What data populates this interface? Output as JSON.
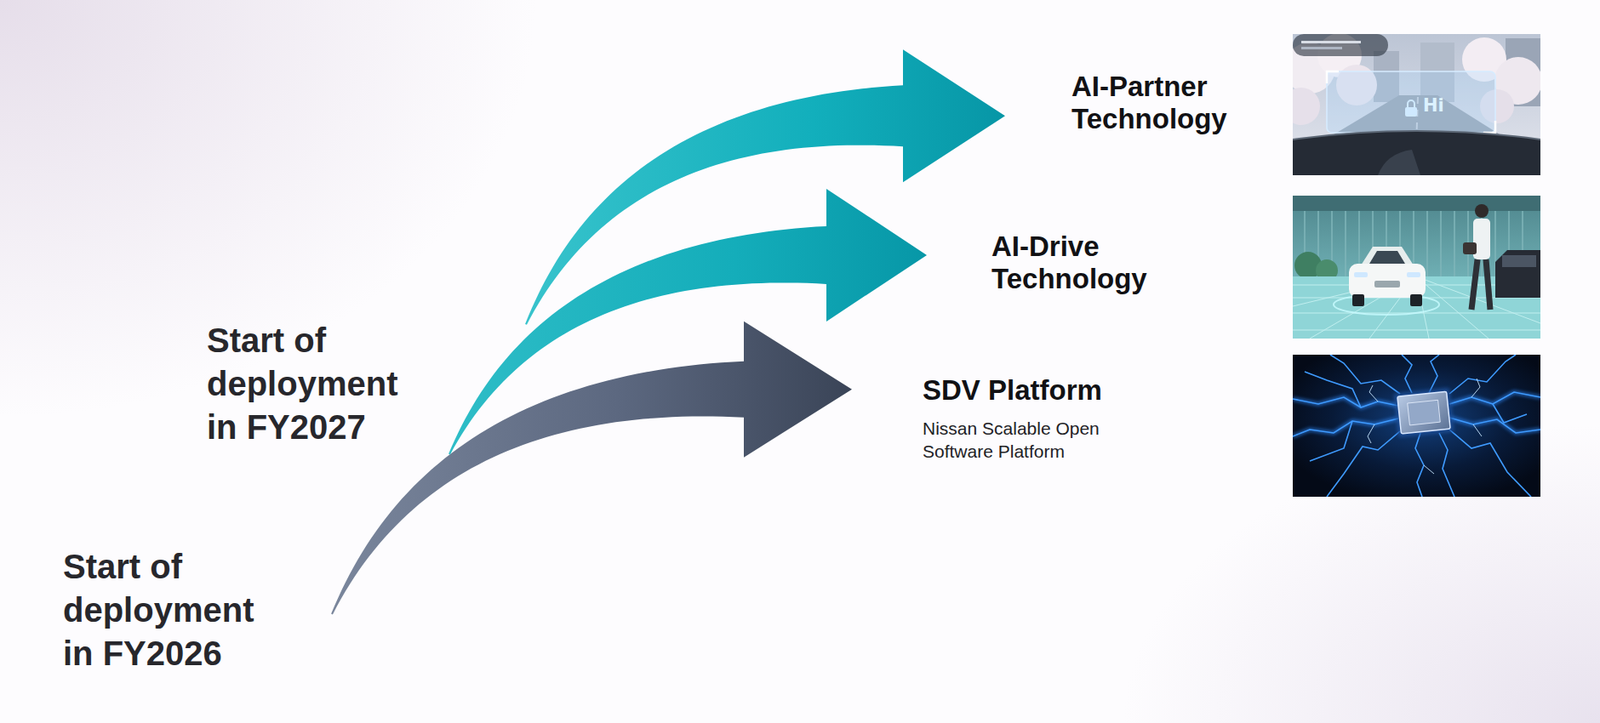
{
  "diagram": {
    "nodes": [
      {
        "text": [
          "Start of deployment in FY2026"
        ]
      },
      {
        "text": [
          "Start of deployment in FY2027"
        ]
      },
      {
        "text": [
          "AI-Partner Technology"
        ]
      },
      {
        "text": [
          "AI-Drive Technology"
        ]
      },
      {
        "text": [
          "SDV Platform",
          "Nissan Scalable Open Software Platform"
        ]
      }
    ],
    "edges": [
      {
        "from": 0,
        "to": 4,
        "arrow": "to"
      },
      {
        "from": 1,
        "to": 3,
        "arrow": "to"
      },
      {
        "from": 1,
        "to": 2,
        "arrow": "to"
      }
    ],
    "labels": [
      "Hi"
    ]
  }
}
